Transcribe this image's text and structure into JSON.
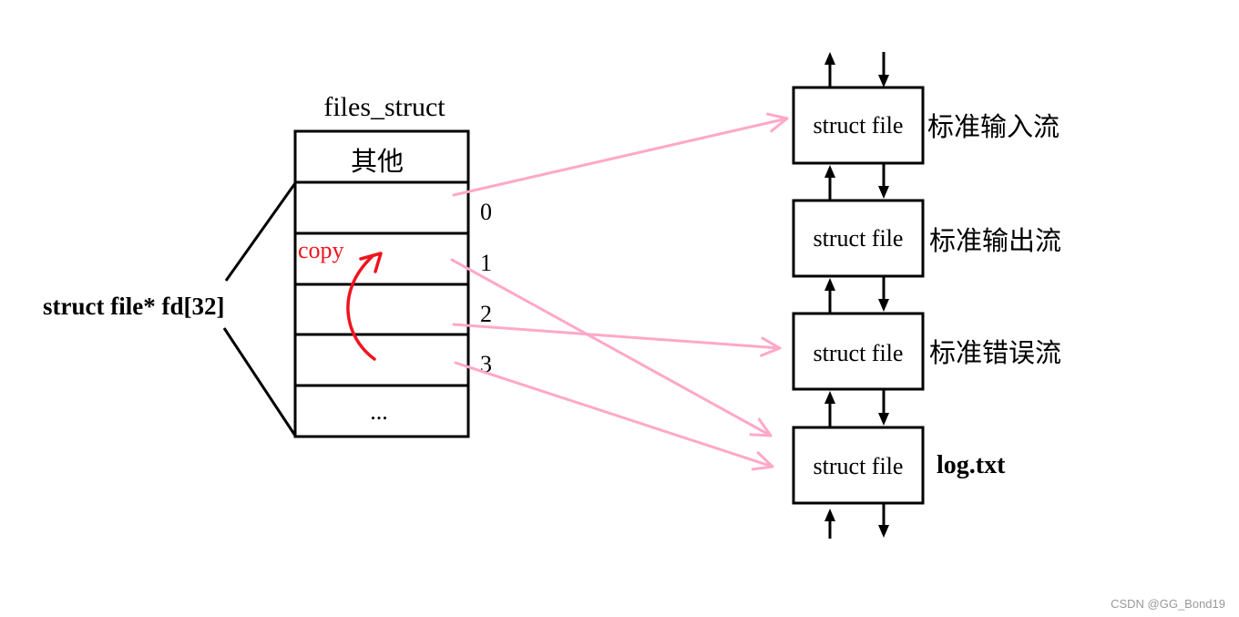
{
  "files_struct": {
    "title": "files_struct",
    "header_cell": "其他",
    "fd_label": "struct file* fd[32]",
    "ellipsis": "...",
    "copy_label": "copy",
    "indices": [
      "0",
      "1",
      "2",
      "3"
    ]
  },
  "file_structs": [
    {
      "label": "struct file",
      "caption": "标准输入流"
    },
    {
      "label": "struct file",
      "caption": "标准输出流"
    },
    {
      "label": "struct file",
      "caption": "标准错误流"
    },
    {
      "label": "struct file",
      "caption": "log.txt"
    }
  ],
  "pointers": [
    {
      "from_fd": 0,
      "to_file": 0
    },
    {
      "from_fd": 1,
      "to_file": 3
    },
    {
      "from_fd": 2,
      "to_file": 2
    },
    {
      "from_fd": 3,
      "to_file": 3
    }
  ],
  "copy_annotation": {
    "from_fd": 3,
    "to_fd": 1
  },
  "colors": {
    "pointer_arrow": "#ffa8c8",
    "copy_arrow": "#f0141e",
    "copy_text": "#f0141e",
    "outline": "#000000",
    "watermark": "#999999"
  },
  "watermark": "CSDN @GG_Bond19"
}
